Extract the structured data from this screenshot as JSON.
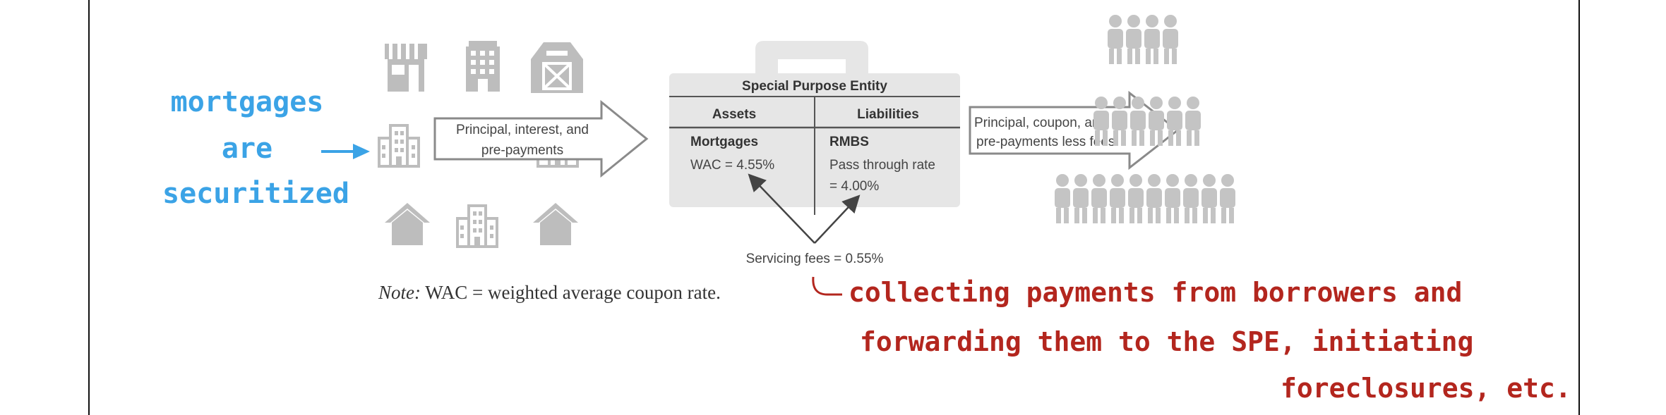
{
  "colors": {
    "icon_gray": "#bdbdbd",
    "people_gray": "#c4c4c4",
    "spe_gray": "#e6e6e6",
    "annotation_blue": "#3ba3e6",
    "annotation_red": "#b3261e"
  },
  "left_icons": [
    "storefront-icon",
    "office-building-icon",
    "barn-icon",
    "apartment-icon",
    "apartment-icon",
    "house-icon",
    "apartment-icon",
    "house-icon"
  ],
  "arrow_left": {
    "line1": "Principal, interest, and",
    "line2": "pre-payments"
  },
  "spe": {
    "title": "Special Purpose Entity",
    "assets_header": "Assets",
    "liabilities_header": "Liabilities",
    "assets_item": "Mortgages",
    "assets_value": "WAC = 4.55%",
    "liabilities_item": "RMBS",
    "liabilities_value_1": "Pass through rate",
    "liabilities_value_2": "= 4.00%"
  },
  "servicing_fees": "Servicing fees = 0.55%",
  "arrow_right": {
    "line1": "Principal,  coupon, and",
    "line2": "pre-payments less fees"
  },
  "investor_icons": "people-icon",
  "note": {
    "label": "Note:",
    "text": " WAC = weighted average coupon rate."
  },
  "annotations": {
    "blue_line1": "mortgages",
    "blue_line2": "are",
    "blue_line3": "securitized",
    "red_line1": "collecting payments from borrowers and",
    "red_line2": "forwarding them to the SPE, initiating",
    "red_line3": "foreclosures, etc."
  }
}
